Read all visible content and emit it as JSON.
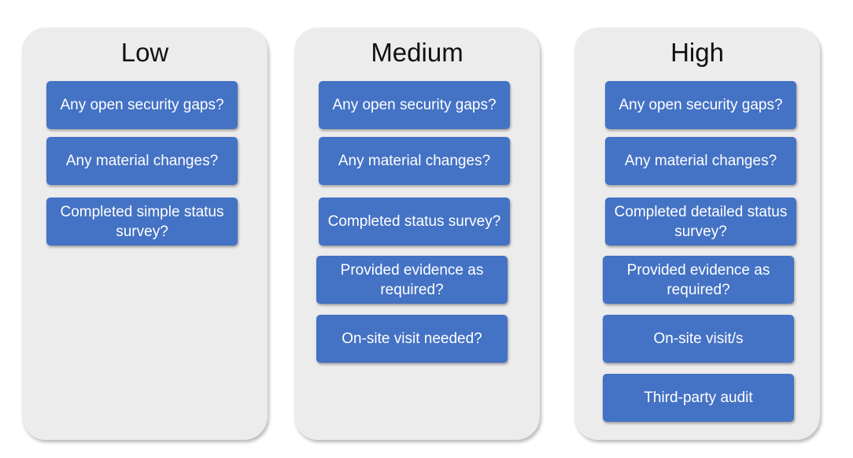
{
  "colors": {
    "column_background": "#ececec",
    "card_fill": "#4472c4",
    "card_text": "#ffffff",
    "title_text": "#111111"
  },
  "columns": [
    {
      "title": "Low",
      "items": [
        "Any open security gaps?",
        "Any material changes?",
        "Completed simple status survey?"
      ]
    },
    {
      "title": "Medium",
      "items": [
        "Any open security gaps?",
        "Any material changes?",
        "Completed status survey?",
        "Provided evidence as required?",
        "On-site visit needed?"
      ]
    },
    {
      "title": "High",
      "items": [
        "Any open security gaps?",
        "Any material changes?",
        "Completed detailed status survey?",
        "Provided evidence as required?",
        "On-site visit/s",
        "Third-party audit"
      ]
    }
  ]
}
